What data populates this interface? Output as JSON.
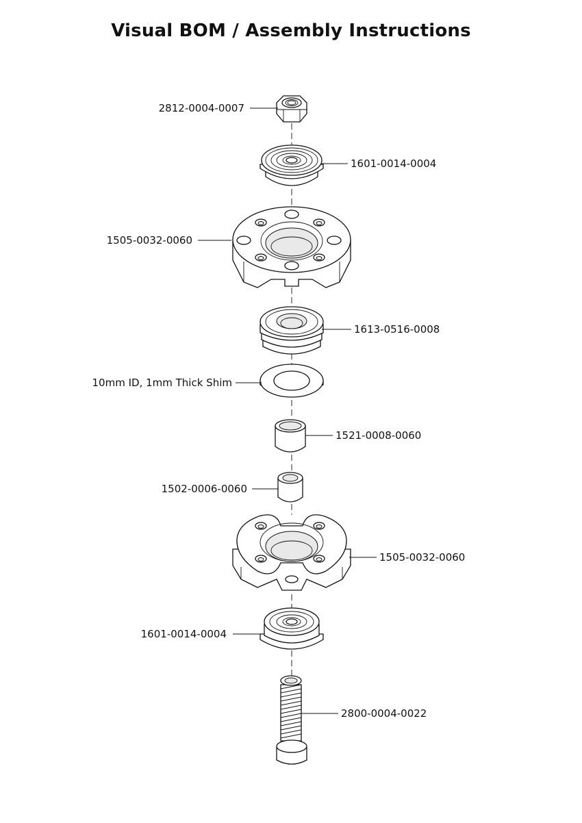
{
  "title": "Visual BOM / Assembly Instructions",
  "parts": [
    {
      "label": "2812-0004-0007"
    },
    {
      "label": "1601-0014-0004"
    },
    {
      "label": "1505-0032-0060"
    },
    {
      "label": "1613-0516-0008"
    },
    {
      "label": "10mm ID, 1mm Thick Shim"
    },
    {
      "label": "1521-0008-0060"
    },
    {
      "label": "1502-0006-0060"
    },
    {
      "label": "1505-0032-0060"
    },
    {
      "label": "1601-0014-0004"
    },
    {
      "label": "2800-0004-0022"
    }
  ]
}
